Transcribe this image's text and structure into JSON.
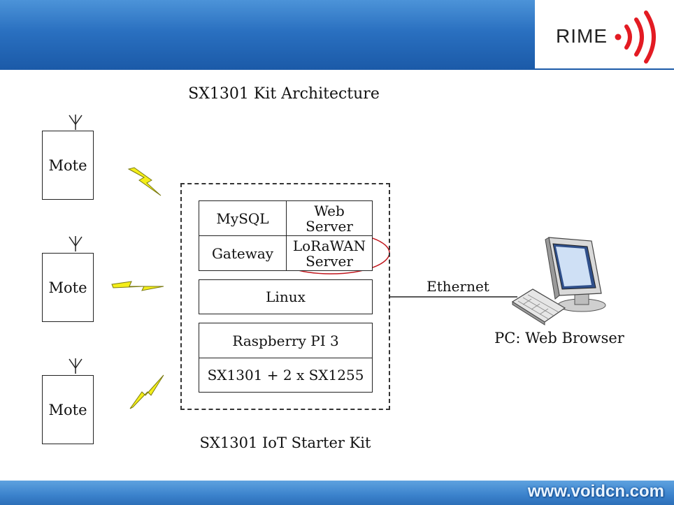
{
  "header": {
    "logo_text": "RIME",
    "logo_color": "#e31b23"
  },
  "diagram": {
    "title": "SX1301 Kit Architecture",
    "motes": [
      "Mote",
      "Mote",
      "Mote"
    ],
    "kit": {
      "mysql": "MySQL",
      "web_server": "Web Server",
      "gateway": "Gateway",
      "lorawan_server": "LoRaWAN Server",
      "linux": "Linux",
      "raspberry": "Raspberry PI 3",
      "radio": "SX1301 + 2 x SX1255",
      "label": "SX1301 IoT Starter Kit"
    },
    "link_label": "Ethernet",
    "pc_label": "PC: Web Browser",
    "highlight_color": "#c0151c",
    "bolt_color": "#f4ee1a"
  },
  "footer": {
    "watermark": "www.voidcn.com"
  }
}
